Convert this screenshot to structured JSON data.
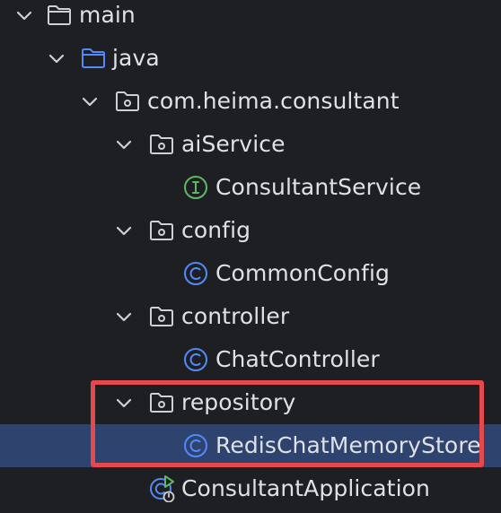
{
  "tree": {
    "items": [
      {
        "label": "main",
        "kind": "folder",
        "expanded": true
      },
      {
        "label": "java",
        "kind": "source-folder",
        "expanded": true
      },
      {
        "label": "com.heima.consultant",
        "kind": "package",
        "expanded": true
      },
      {
        "label": "aiService",
        "kind": "package",
        "expanded": true
      },
      {
        "label": "ConsultantService",
        "kind": "interface"
      },
      {
        "label": "config",
        "kind": "package",
        "expanded": true
      },
      {
        "label": "CommonConfig",
        "kind": "class"
      },
      {
        "label": "controller",
        "kind": "package",
        "expanded": true
      },
      {
        "label": "ChatController",
        "kind": "class"
      },
      {
        "label": "repository",
        "kind": "package",
        "expanded": true
      },
      {
        "label": "RedisChatMemoryStore",
        "kind": "class",
        "selected": true
      },
      {
        "label": "ConsultantApplication",
        "kind": "spring-boot-app"
      }
    ]
  },
  "colors": {
    "background": "#1e1f22",
    "selection": "#2e436e",
    "highlight_border": "#e5484d",
    "text": "#dfe1e5",
    "folder_icon": "#ced0d6",
    "source_folder_icon": "#548af7",
    "interface_icon": "#5fb865",
    "class_icon": "#548af7"
  }
}
